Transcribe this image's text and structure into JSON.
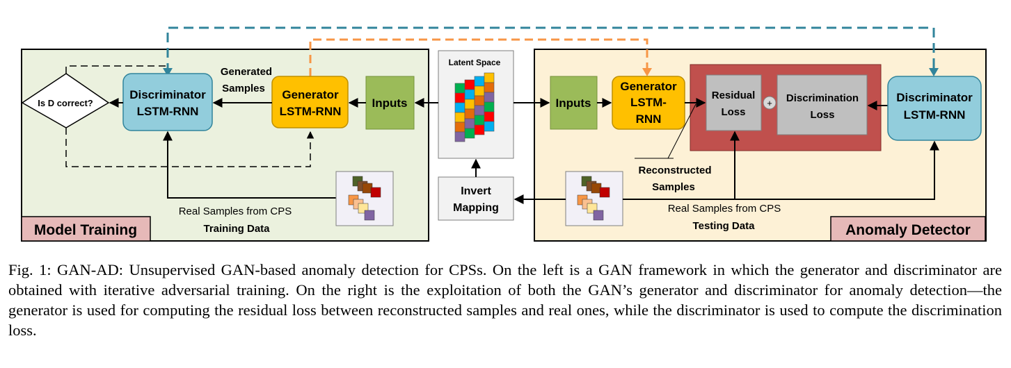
{
  "diagram": {
    "left_panel": {
      "label": "Model Training",
      "decision": "Is D correct?",
      "discriminator": [
        "Discriminator",
        "LSTM-RNN"
      ],
      "generator": [
        "Generator",
        "LSTM-RNN"
      ],
      "inputs": "Inputs",
      "generated_samples": [
        "Generated",
        "Samples"
      ],
      "real_samples": "Real Samples from CPS",
      "data_label": "Training Data"
    },
    "middle": {
      "latent_space": "Latent Space",
      "invert_mapping": [
        "Invert",
        "Mapping"
      ]
    },
    "right_panel": {
      "label": "Anomaly Detector",
      "inputs": "Inputs",
      "generator": [
        "Generator",
        "LSTM-",
        "RNN"
      ],
      "residual_loss": [
        "Residual",
        "Loss"
      ],
      "plus": "+",
      "discrimination_loss": [
        "Discrimination",
        "Loss"
      ],
      "discriminator": [
        "Discriminator",
        "LSTM-RNN"
      ],
      "reconstructed": [
        "Reconstructed",
        "Samples"
      ],
      "real_samples": "Real Samples from CPS",
      "data_label": "Testing Data"
    },
    "colors": {
      "left_panel_bg": "#ebf1de",
      "right_panel_bg": "#fdf1d6",
      "discriminator": "#92cddc",
      "generator": "#ffc000",
      "inputs": "#9bbb59",
      "loss_container": "#c0504d",
      "loss_box": "#bfbfbf",
      "panel_label": "#e6b9b8",
      "teal_dash": "#31849b",
      "orange_dash": "#f79646"
    }
  },
  "caption": "Fig. 1: GAN-AD: Unsupervised GAN-based anomaly detection for CPSs. On the left is a GAN framework in which the generator and discriminator are obtained with iterative adversarial training. On the right is the exploitation of both the GAN’s generator and discriminator for anomaly detection—the generator is used for computing the residual loss between reconstructed samples and real ones, while the discriminator is used to compute the discrimination loss."
}
